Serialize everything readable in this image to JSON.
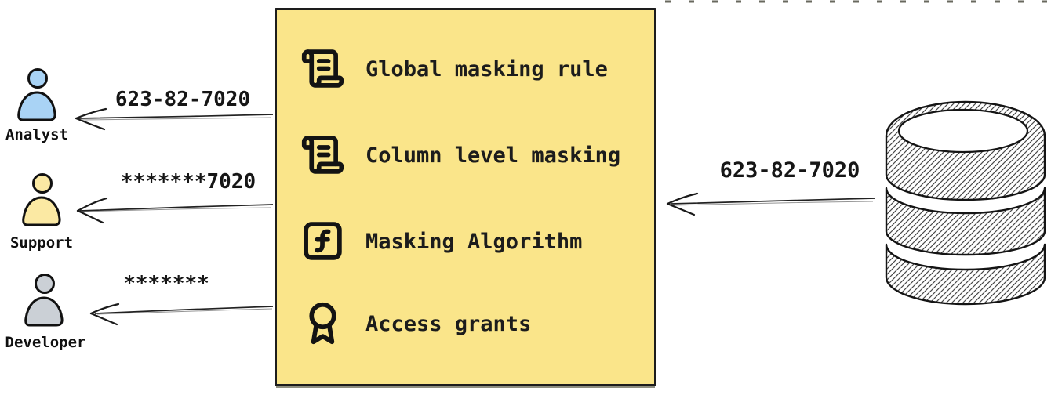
{
  "colors": {
    "panel_bg": "#FAE58A",
    "panel_border": "#1d1d1d",
    "ink": "#161616",
    "analyst_fill": "#A9D3F5",
    "support_fill": "#FBE9A3",
    "developer_fill": "#CBD0D6"
  },
  "actors": [
    {
      "name": "Analyst",
      "icon": "person-icon",
      "color": "#A9D3F5",
      "masked_value": "623-82-7020"
    },
    {
      "name": "Support",
      "icon": "person-icon",
      "color": "#FBE9A3",
      "masked_value": "*******7020"
    },
    {
      "name": "Developer",
      "icon": "person-icon",
      "color": "#CBD0D6",
      "masked_value": "*******"
    }
  ],
  "panel": {
    "bg": "#FAE58A",
    "items": [
      {
        "icon": "scroll-text-icon",
        "label": "Global masking rule"
      },
      {
        "icon": "scroll-text-icon",
        "label": "Column level masking"
      },
      {
        "icon": "square-function-icon",
        "label": "Masking Algorithm"
      },
      {
        "icon": "award-icon",
        "label": "Access grants"
      }
    ]
  },
  "database": {
    "icon": "database-icon",
    "source_value": "623-82-7020"
  }
}
